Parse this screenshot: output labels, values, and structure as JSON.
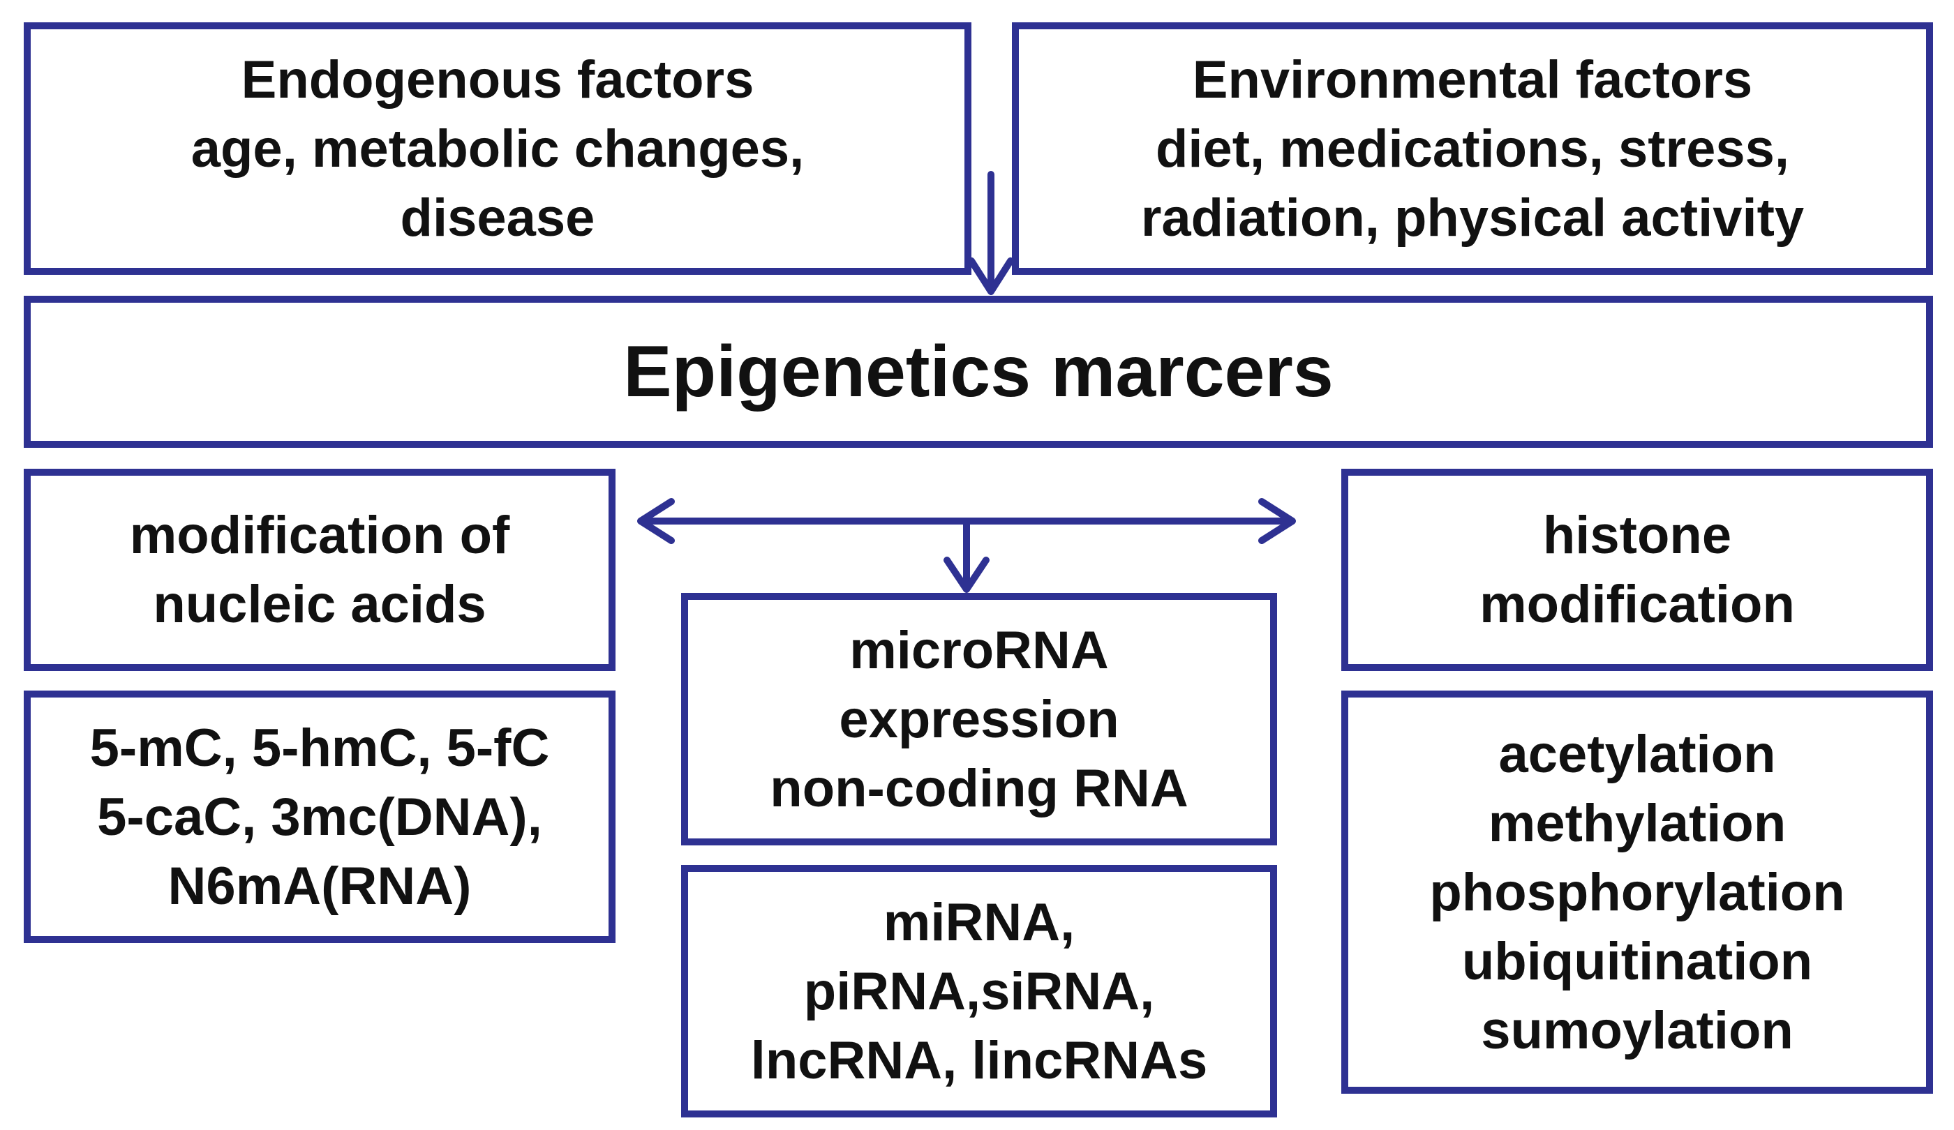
{
  "diagram": {
    "accent_color": "#2e3192",
    "text_color": "#111111",
    "endogenous": {
      "lines": [
        "Endogenous factors",
        "age, metabolic changes,",
        "disease"
      ]
    },
    "environmental": {
      "lines": [
        "Environmental factors",
        "diet, medications, stress,",
        "radiation, physical activity"
      ]
    },
    "epigenetics": {
      "title": "Epigenetics marcers"
    },
    "nucleic_acids": {
      "lines": [
        "modification of",
        "nucleic acids"
      ]
    },
    "nucleic_acids_list": {
      "lines": [
        "5-mC, 5-hmC, 5-fC",
        "5-caC, 3mc(DNA),",
        "N6mA(RNA)"
      ]
    },
    "microrna": {
      "lines": [
        "microRNA",
        "expression",
        "non-coding RNA"
      ]
    },
    "rna_list": {
      "lines": [
        "miRNA,",
        "piRNA,siRNA,",
        "lncRNA, lincRNAs"
      ]
    },
    "histone": {
      "lines": [
        "histone",
        "modification"
      ]
    },
    "histone_list": {
      "lines": [
        "acetylation",
        "methylation",
        "phosphorylation",
        "ubiquitination",
        "sumoylation"
      ]
    }
  }
}
